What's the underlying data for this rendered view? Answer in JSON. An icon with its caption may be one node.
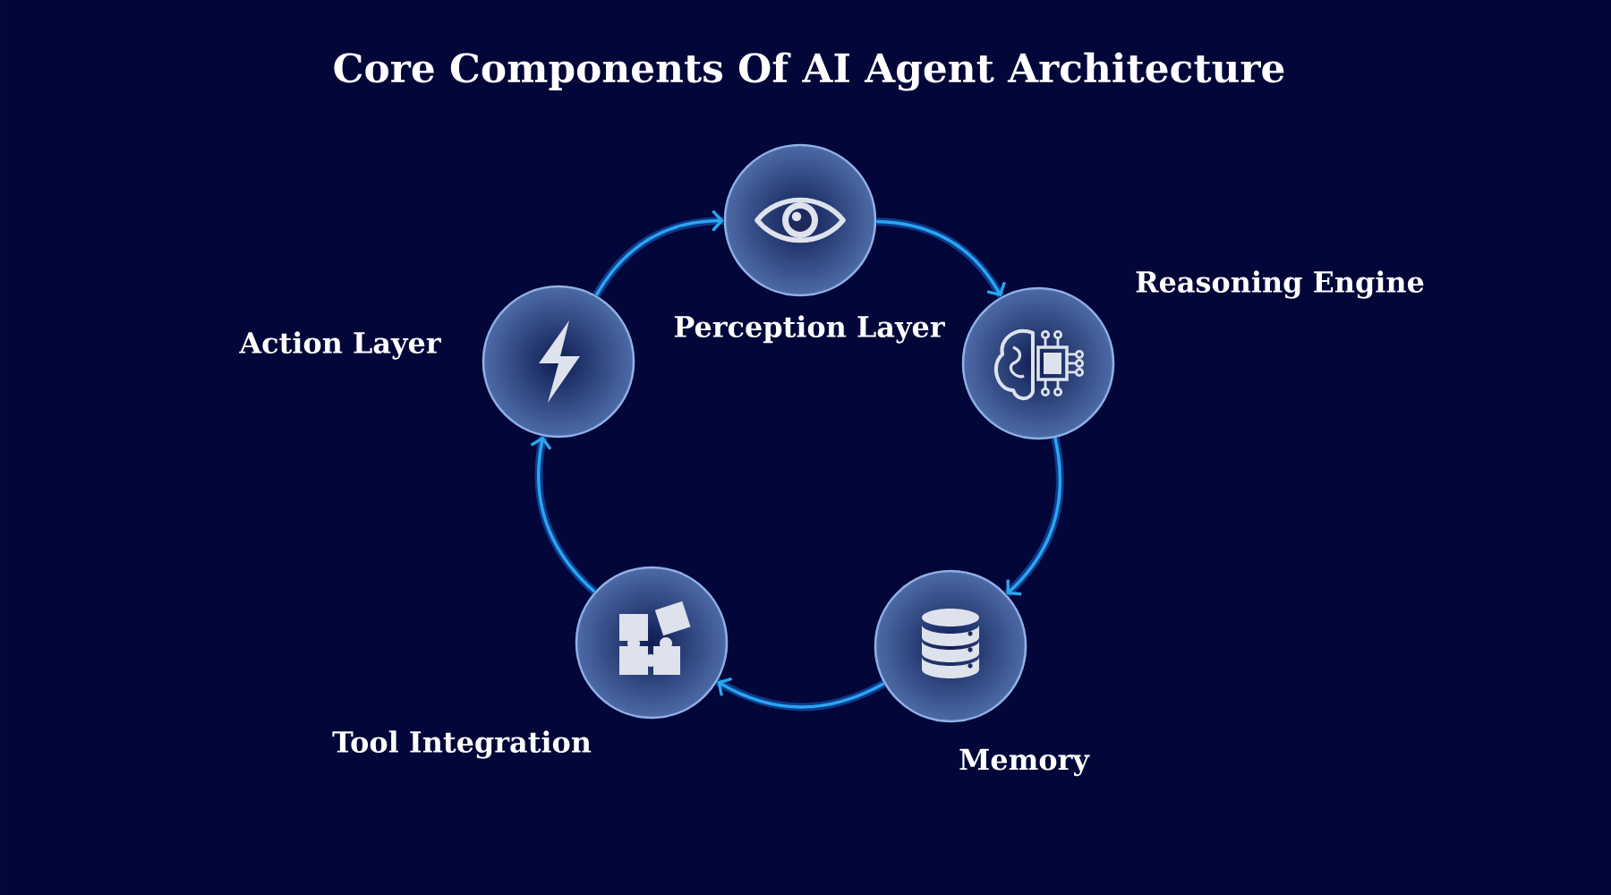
{
  "diagram": {
    "title": "Core Components Of AI Agent Architecture",
    "nodes": [
      {
        "text": [],
        "shape": "circle",
        "beside": [
          "Perception Layer"
        ]
      },
      {
        "text": [],
        "shape": "circle",
        "beside": [
          "Reasoning Engine"
        ]
      },
      {
        "text": [],
        "shape": "circle",
        "beside": [
          "Memory"
        ]
      },
      {
        "text": [],
        "shape": "circle",
        "beside": [
          "Tool Integration"
        ]
      },
      {
        "text": [],
        "shape": "circle",
        "beside": [
          "Action Layer"
        ]
      }
    ],
    "edges": [
      {
        "from": 0,
        "to": 1,
        "arrow": "to"
      },
      {
        "from": 1,
        "to": 2,
        "arrow": "to"
      },
      {
        "from": 2,
        "to": 3,
        "arrow": "to"
      },
      {
        "from": 3,
        "to": 4,
        "arrow": "to"
      },
      {
        "from": 4,
        "to": 0,
        "arrow": "to"
      }
    ]
  }
}
